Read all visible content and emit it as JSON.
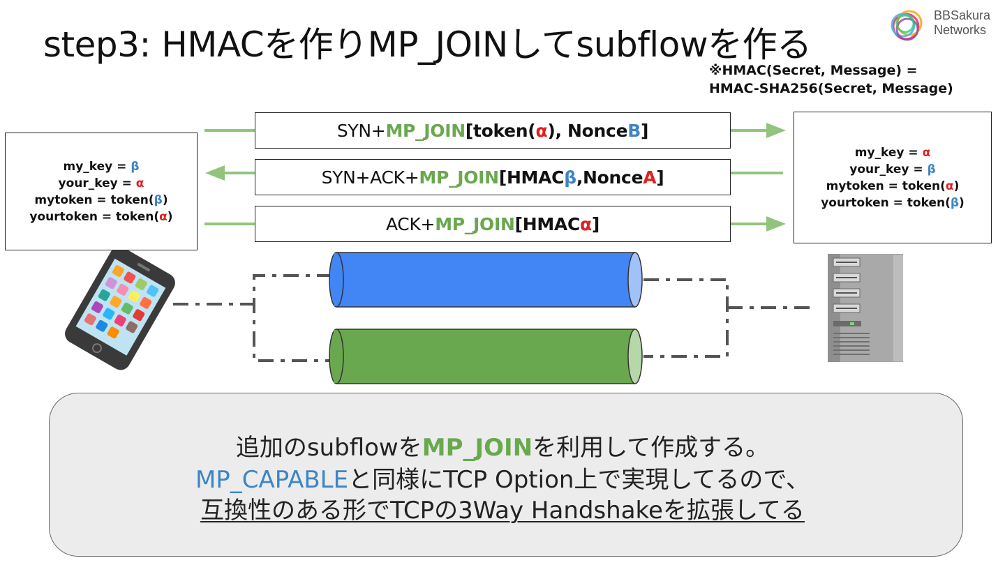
{
  "title": "step3: HMACを作りMP_JOINしてsubflowを作る",
  "logo": {
    "line1": "BBSakura",
    "line2": "Networks"
  },
  "note": {
    "line1": "※HMAC(Secret, Message) =",
    "line2": "HMAC-SHA256(Secret, Message)"
  },
  "left_box": {
    "l1": "my_key = ",
    "l1_sym": "β",
    "l2": "your_key = ",
    "l2_sym": "α",
    "l3_pre": "mytoken = token(",
    "l3_sym": "β",
    "l3_post": ")",
    "l4_pre": "yourtoken = token(",
    "l4_sym": "α",
    "l4_post": ")"
  },
  "right_box": {
    "l1": "my_key = ",
    "l1_sym": "α",
    "l2": "your_key = ",
    "l2_sym": "β",
    "l3_pre": "mytoken = token(",
    "l3_sym": "α",
    "l3_post": ")",
    "l4_pre": "yourtoken = token(",
    "l4_sym": "β",
    "l4_post": ")"
  },
  "messages": {
    "m1": {
      "pre": "SYN+",
      "opt": "MP_JOIN",
      "a": "[token(",
      "s1": "α",
      "b": "), Nonce",
      "s2": "B",
      "c": "]"
    },
    "m2": {
      "pre": "SYN+ACK+",
      "opt": "MP_JOIN",
      "a": "[HMAC",
      "s1": "β",
      "b": ",Nonce",
      "s2": "A",
      "c": "]"
    },
    "m3": {
      "pre": "ACK+",
      "opt": "MP_JOIN",
      "a": "[HMAC",
      "s1": "α",
      "c": "]"
    }
  },
  "bottom": {
    "l1_pre": "追加のsubflowを",
    "l1_hl": "MP_JOIN",
    "l1_post": "を利用して作成する。",
    "l2_hl": "MP_CAPABLE",
    "l2_post": "と同様にTCP Option上で実現してるので、",
    "l3": "互換性のある形でTCPの3Way Handshakeを拡張してる"
  },
  "colors": {
    "green": "#6aa84f",
    "red": "#e02020",
    "blue": "#3d85c6",
    "pipe_blue": "#4285f4",
    "pipe_green": "#6aa84f"
  },
  "icons": [
    "smartphone-icon",
    "server-icon",
    "bbsakura-logo-icon"
  ]
}
